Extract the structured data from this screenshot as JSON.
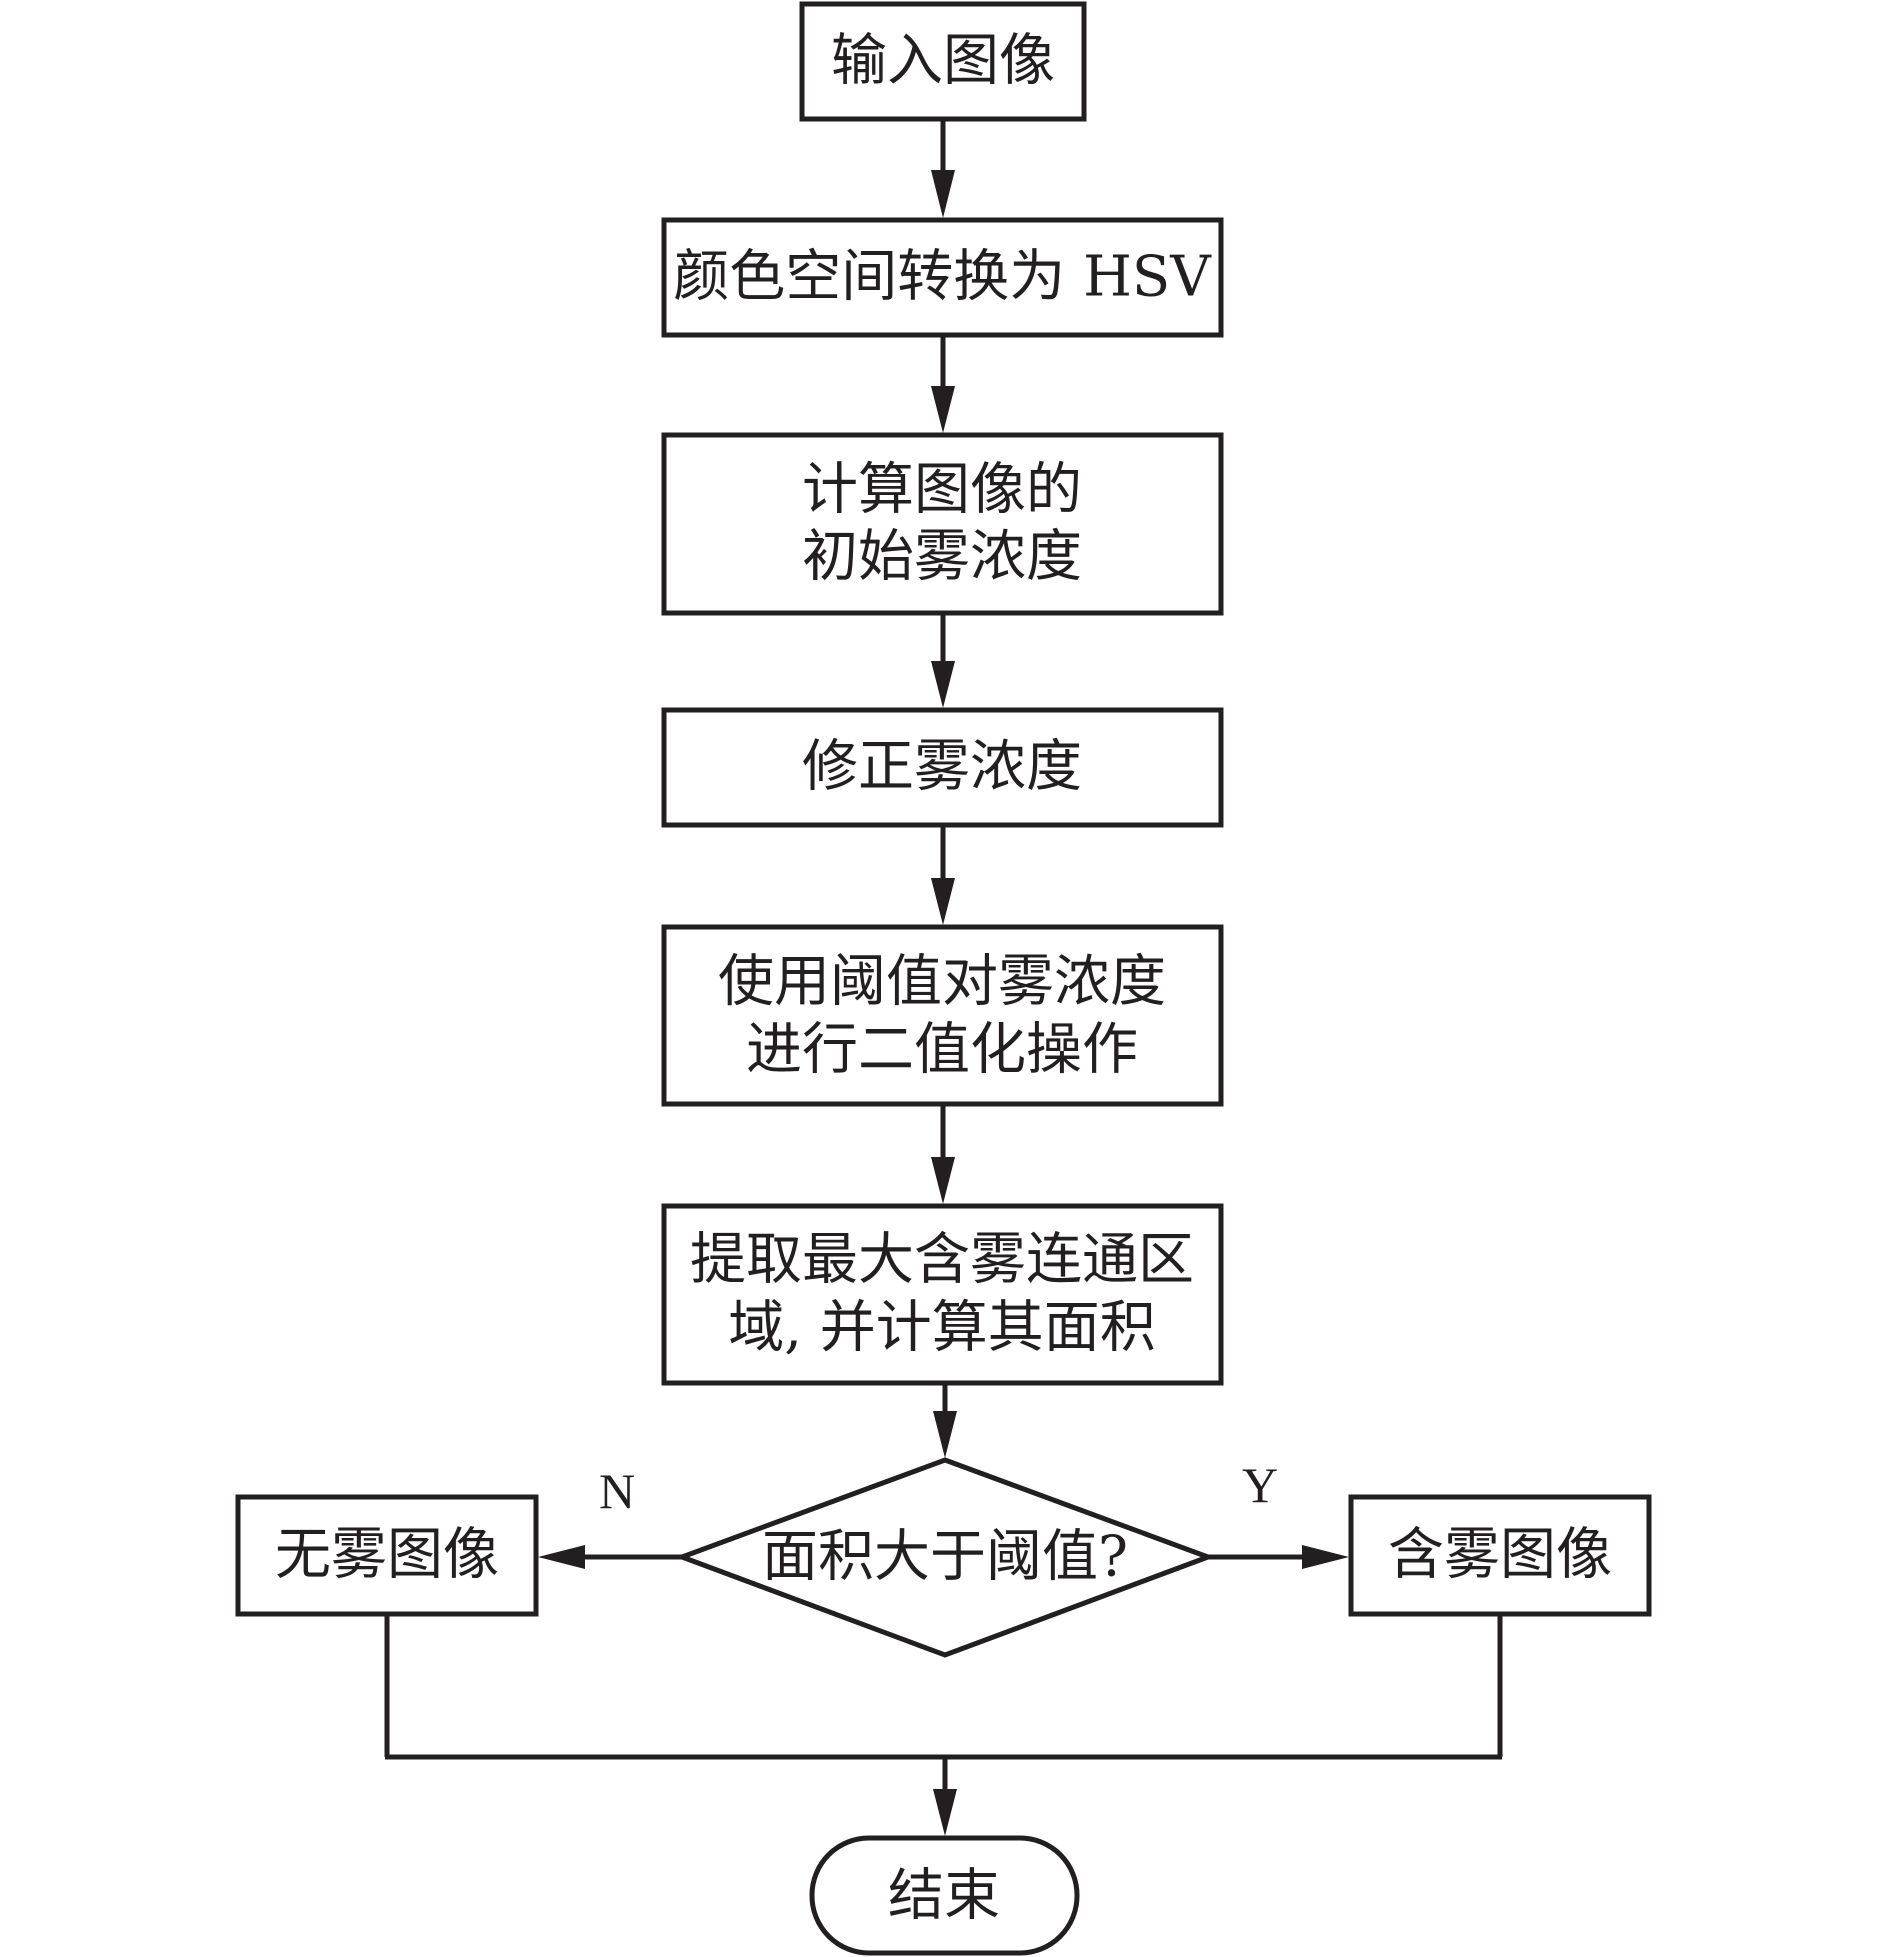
{
  "flowchart": {
    "nodes": {
      "input": {
        "lines": [
          "输入图像"
        ]
      },
      "hsv": {
        "lines": [
          "颜色空间转换为 HSV"
        ]
      },
      "initial_fog": {
        "lines": [
          "计算图像的",
          "初始雾浓度"
        ]
      },
      "correct_fog": {
        "lines": [
          "修正雾浓度"
        ]
      },
      "binarize": {
        "lines": [
          "使用阈值对雾浓度",
          "进行二值化操作"
        ]
      },
      "extract": {
        "lines": [
          "提取最大含雾连通区",
          "域, 并计算其面积"
        ]
      },
      "decision": {
        "lines": [
          "面积大于阈值?"
        ]
      },
      "no_fog": {
        "lines": [
          "无雾图像"
        ]
      },
      "fog": {
        "lines": [
          "含雾图像"
        ]
      },
      "end": {
        "lines": [
          "结束"
        ]
      }
    },
    "branch_labels": {
      "no": "N",
      "yes": "Y"
    }
  }
}
